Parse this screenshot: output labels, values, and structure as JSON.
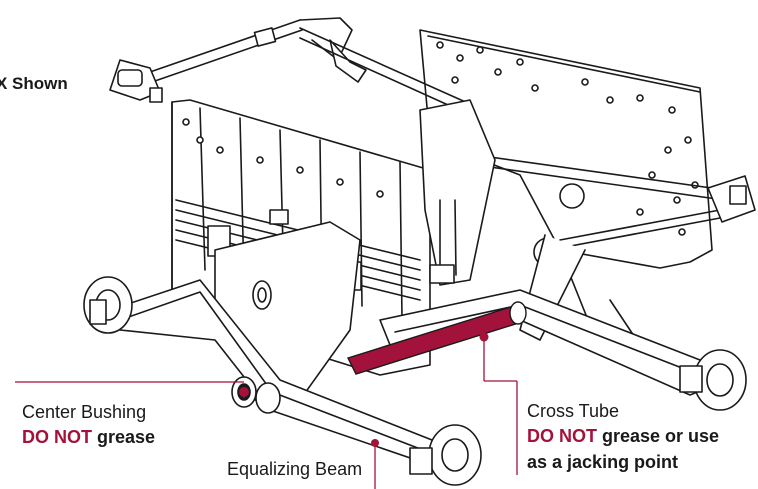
{
  "diagram": {
    "labels": {
      "shown": "X Shown",
      "center_bushing": {
        "title": "Center Bushing",
        "warning_red": "DO NOT",
        "warning_rest": " grease"
      },
      "cross_tube": {
        "title": "Cross Tube",
        "warning_red": "DO NOT",
        "warning_rest": " grease or use",
        "warning_line2": "as a jacking point"
      },
      "equalizing_beam": "Equalizing Beam"
    },
    "colors": {
      "line": "#1a1a1a",
      "highlight": "#a3123a",
      "callout": "#a3123a"
    }
  }
}
